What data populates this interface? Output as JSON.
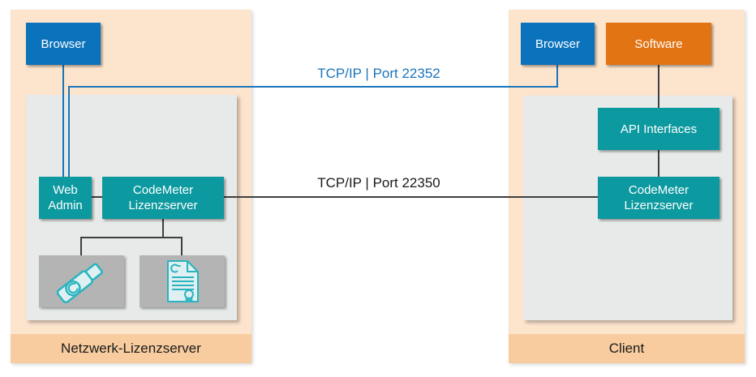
{
  "colors": {
    "box_blue": "#0b72bc",
    "box_teal": "#0d99a0",
    "box_orange": "#e37414",
    "panel_peach": "#fce4cd",
    "panel_title_strip": "#f8cc9f",
    "inner_gray": "#e7eae8",
    "icon_box_gray": "#b4b4b4",
    "line_blue": "#1b75bb",
    "line_dark": "#3f3f3f",
    "icon_teal": "#2ab4bf"
  },
  "server_panel": {
    "title": "Netzwerk-Lizenzserver",
    "browser_label": "Browser",
    "web_admin_label": "Web Admin",
    "codemeter_label": "CodeMeter Lizenzserver",
    "dongle_icon": "cm-stick-usb-dongle-icon",
    "license_icon": "cm-act-license-file-icon"
  },
  "client_panel": {
    "title": "Client",
    "browser_label": "Browser",
    "software_label": "Software",
    "api_label": "API Interfaces",
    "codemeter_label": "CodeMeter Lizenzserver"
  },
  "connections": {
    "browser_connection_label": "TCP/IP | Port 22352",
    "server_connection_label": "TCP/IP | Port 22350"
  }
}
